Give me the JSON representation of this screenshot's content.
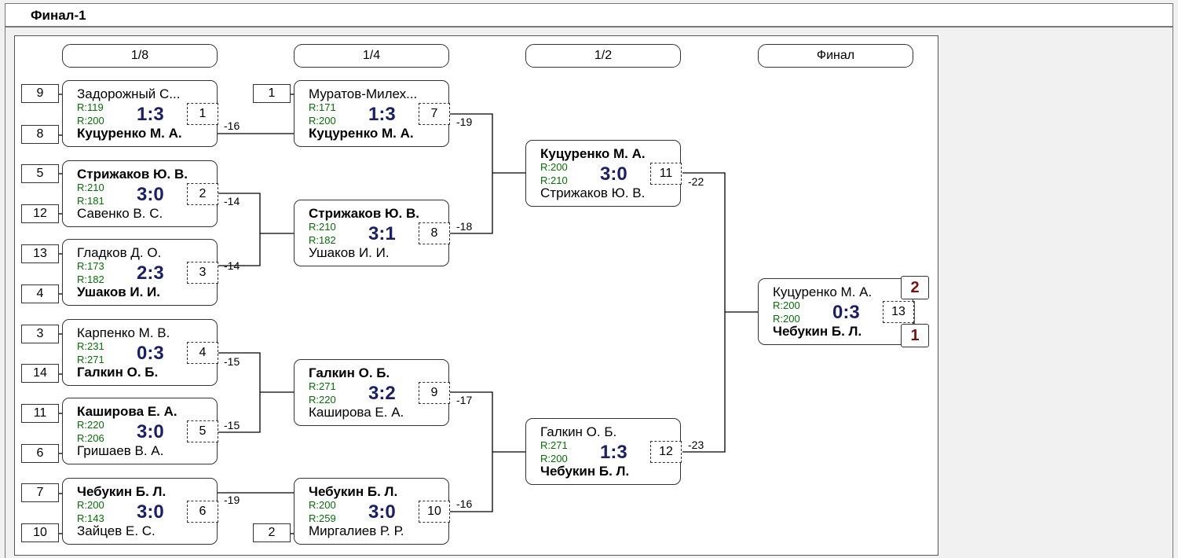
{
  "window": {
    "title": "Финал-1"
  },
  "rounds": [
    "1/8",
    "1/4",
    "1/2",
    "Финал"
  ],
  "seeds": {
    "r1": [
      "9",
      "8",
      "5",
      "12",
      "13",
      "4",
      "3",
      "14",
      "11",
      "6",
      "7",
      "10"
    ],
    "r2": [
      "1",
      "2"
    ]
  },
  "matches": [
    {
      "num": "1",
      "p1": "Задорожный С...",
      "r1": "R:119",
      "p2": "Куцуренко М. А.",
      "r2": "R:200",
      "score": "1:3",
      "loser": "-16"
    },
    {
      "num": "2",
      "p1": "Стрижаков Ю. В.",
      "r1": "R:210",
      "p2": "Савенко В. С.",
      "r2": "R:181",
      "score": "3:0",
      "loser": "-14"
    },
    {
      "num": "3",
      "p1": "Гладков Д. О.",
      "r1": "R:173",
      "p2": "Ушаков И. И.",
      "r2": "R:182",
      "score": "2:3",
      "loser": "-14"
    },
    {
      "num": "4",
      "p1": "Карпенко М. В.",
      "r1": "R:231",
      "p2": "Галкин О. Б.",
      "r2": "R:271",
      "score": "0:3",
      "loser": "-15"
    },
    {
      "num": "5",
      "p1": "Каширова Е. А.",
      "r1": "R:220",
      "p2": "Гришаев В. А.",
      "r2": "R:206",
      "score": "3:0",
      "loser": "-15"
    },
    {
      "num": "6",
      "p1": "Чебукин Б. Л.",
      "r1": "R:200",
      "p2": "Зайцев Е. С.",
      "r2": "R:143",
      "score": "3:0",
      "loser": "-19"
    },
    {
      "num": "7",
      "p1": "Муратов-Милех...",
      "r1": "R:171",
      "p2": "Куцуренко М. А.",
      "r2": "R:200",
      "score": "1:3",
      "loser": "-19"
    },
    {
      "num": "8",
      "p1": "Стрижаков Ю. В.",
      "r1": "R:210",
      "p2": "Ушаков И. И.",
      "r2": "R:182",
      "score": "3:1",
      "loser": "-18"
    },
    {
      "num": "9",
      "p1": "Галкин О. Б.",
      "r1": "R:271",
      "p2": "Каширова Е. А.",
      "r2": "R:220",
      "score": "3:2",
      "loser": "-17"
    },
    {
      "num": "10",
      "p1": "Чебукин Б. Л.",
      "r1": "R:200",
      "p2": "Миргалиев Р. Р.",
      "r2": "R:259",
      "score": "3:0",
      "loser": "-16"
    },
    {
      "num": "11",
      "p1": "Куцуренко М. А.",
      "r1": "R:200",
      "p2": "Стрижаков Ю. В.",
      "r2": "R:210",
      "score": "3:0",
      "loser": "-22"
    },
    {
      "num": "12",
      "p1": "Галкин О. Б.",
      "r1": "R:271",
      "p2": "Чебукин Б. Л.",
      "r2": "R:200",
      "score": "1:3",
      "loser": "-23"
    },
    {
      "num": "13",
      "p1": "Куцуренко М. А.",
      "r1": "R:200",
      "p2": "Чебукин Б. Л.",
      "r2": "R:200",
      "score": "0:3",
      "loser": ""
    }
  ],
  "final_places": {
    "top": "2",
    "bottom": "1"
  }
}
